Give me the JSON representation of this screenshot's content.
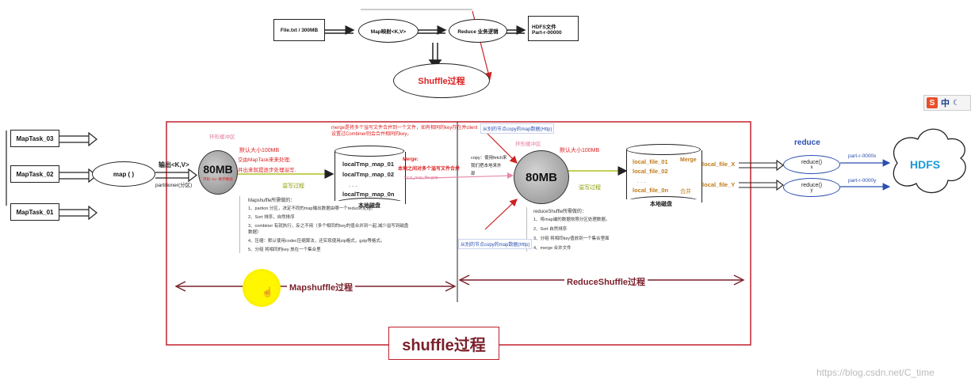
{
  "top_flow": {
    "file": "File.txt / 300MB",
    "map": "Map映射<K,V>",
    "reduce": "Reduce 业务逻辑",
    "hdfs_file": "HDFS文件",
    "part_file": "Part-r-00000",
    "shuffle": "Shuffle过程"
  },
  "map_tasks": [
    "MapTask_03",
    "MapTask_02",
    "MapTask_01"
  ],
  "map_func": "map ( )",
  "output_kv": "输出<K,V>",
  "partitioner": "partitioner(分区)",
  "map_side": {
    "ring_buffer_label": "环形缓冲区",
    "default_size": "默认大小100MB",
    "handed_to": "交由MapTask来来处理,",
    "spill_text": "并出来就提逐步处理溢写.",
    "buffer_size": "80MB",
    "buffer_inner": "环形--kv--数字数组",
    "spill_label": "溢写过程",
    "merge_note": "merge是将多个溢写文件合并到一个文件，如有相同的key存在并client设置过Combiner则会合并相同的key。",
    "merge_bubble": "Merge:",
    "merge_bubble_2": "本地之间对多个溢写文件合并",
    "local_files": [
      "localTmp_map_01",
      "localTmp_map_02",
      ".    .    .",
      "localTmp_map_0n"
    ],
    "local_map_file": "local_map_file.gzip",
    "disk_label": "本地磁盘",
    "notes_title": "Mapshuffle所需做的：",
    "notes": [
      "1、partion 分区，决定不同的map输出数据由哪一个reducer处理。",
      "2、Sort 排序，自然排序",
      "3、combiner 有就执行，反之不用（多个相同的key的值合并到一起,减少溢写到磁盘数据）",
      "4、压缩：默认使用codec压缩算法，还实现使用zip格式，gzip等格式。",
      "5、分组 将相同的key 放在一个集合里"
    ]
  },
  "reduce_side": {
    "copy_from_top": "从别的节点copy的map数据(Http)",
    "copy_from_bottom": "从别的节点copy的map数据(Http)",
    "copy_note_1": "copy：使用fetch来",
    "copy_note_2": "我们把本地来外",
    "copy_note_3": "部",
    "ring_buffer_label": "环形缓冲区",
    "default_size": "默认大小100MB",
    "buffer_size": "80MB",
    "spill_label": "溢写过程",
    "local_files": [
      "local_file_01",
      "local_file_02",
      ".    .    .",
      "local_file_0n"
    ],
    "merge_label": "Merge",
    "merge_cn": "合并",
    "out_x": "local_file_X",
    "out_y": "local_file_Y",
    "disk_label": "本地磁盘",
    "notes_title": "reduceShuffle所需做的：",
    "notes": [
      "1、将map端的数据依照分区处理数据。",
      "2、Sort 自然排序",
      "3、分组 将相同key值放到一个集合里面",
      "4、merge 合并文件"
    ]
  },
  "reduce_out": {
    "title": "reduce",
    "r1_a": "reduce()",
    "r1_b": "x",
    "r2_a": "reduce()",
    "r2_b": "y",
    "part_x": "part-r-0000x",
    "part_y": "part-r-0000y",
    "hdfs": "HDFS"
  },
  "sections": {
    "map_shuffle": "Mapshuffle过程",
    "reduce_shuffle": "ReduceShuffle过程",
    "shuffle_big": "shuffle过程"
  },
  "ime": {
    "s": "S",
    "zh": "中"
  },
  "watermark": "https://blog.csdn.net/C_time"
}
